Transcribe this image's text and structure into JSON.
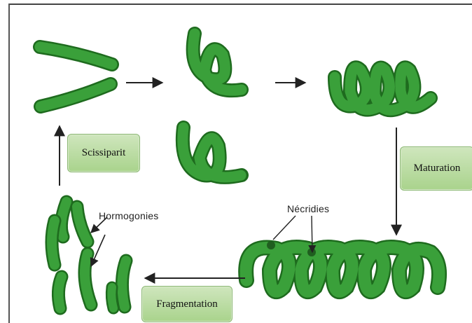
{
  "steps": {
    "scissiparity": "Scissiparit",
    "maturation": "Maturation",
    "fragmentation": "Fragmentation"
  },
  "annotations": {
    "hormogonies": "Hormogonies",
    "necridies": "Nécridies"
  },
  "colors": {
    "filament_fill": "#3aa03a",
    "filament_dark": "#1e6b1e",
    "box_fill": "#b7db9f",
    "arrow": "#222222"
  }
}
